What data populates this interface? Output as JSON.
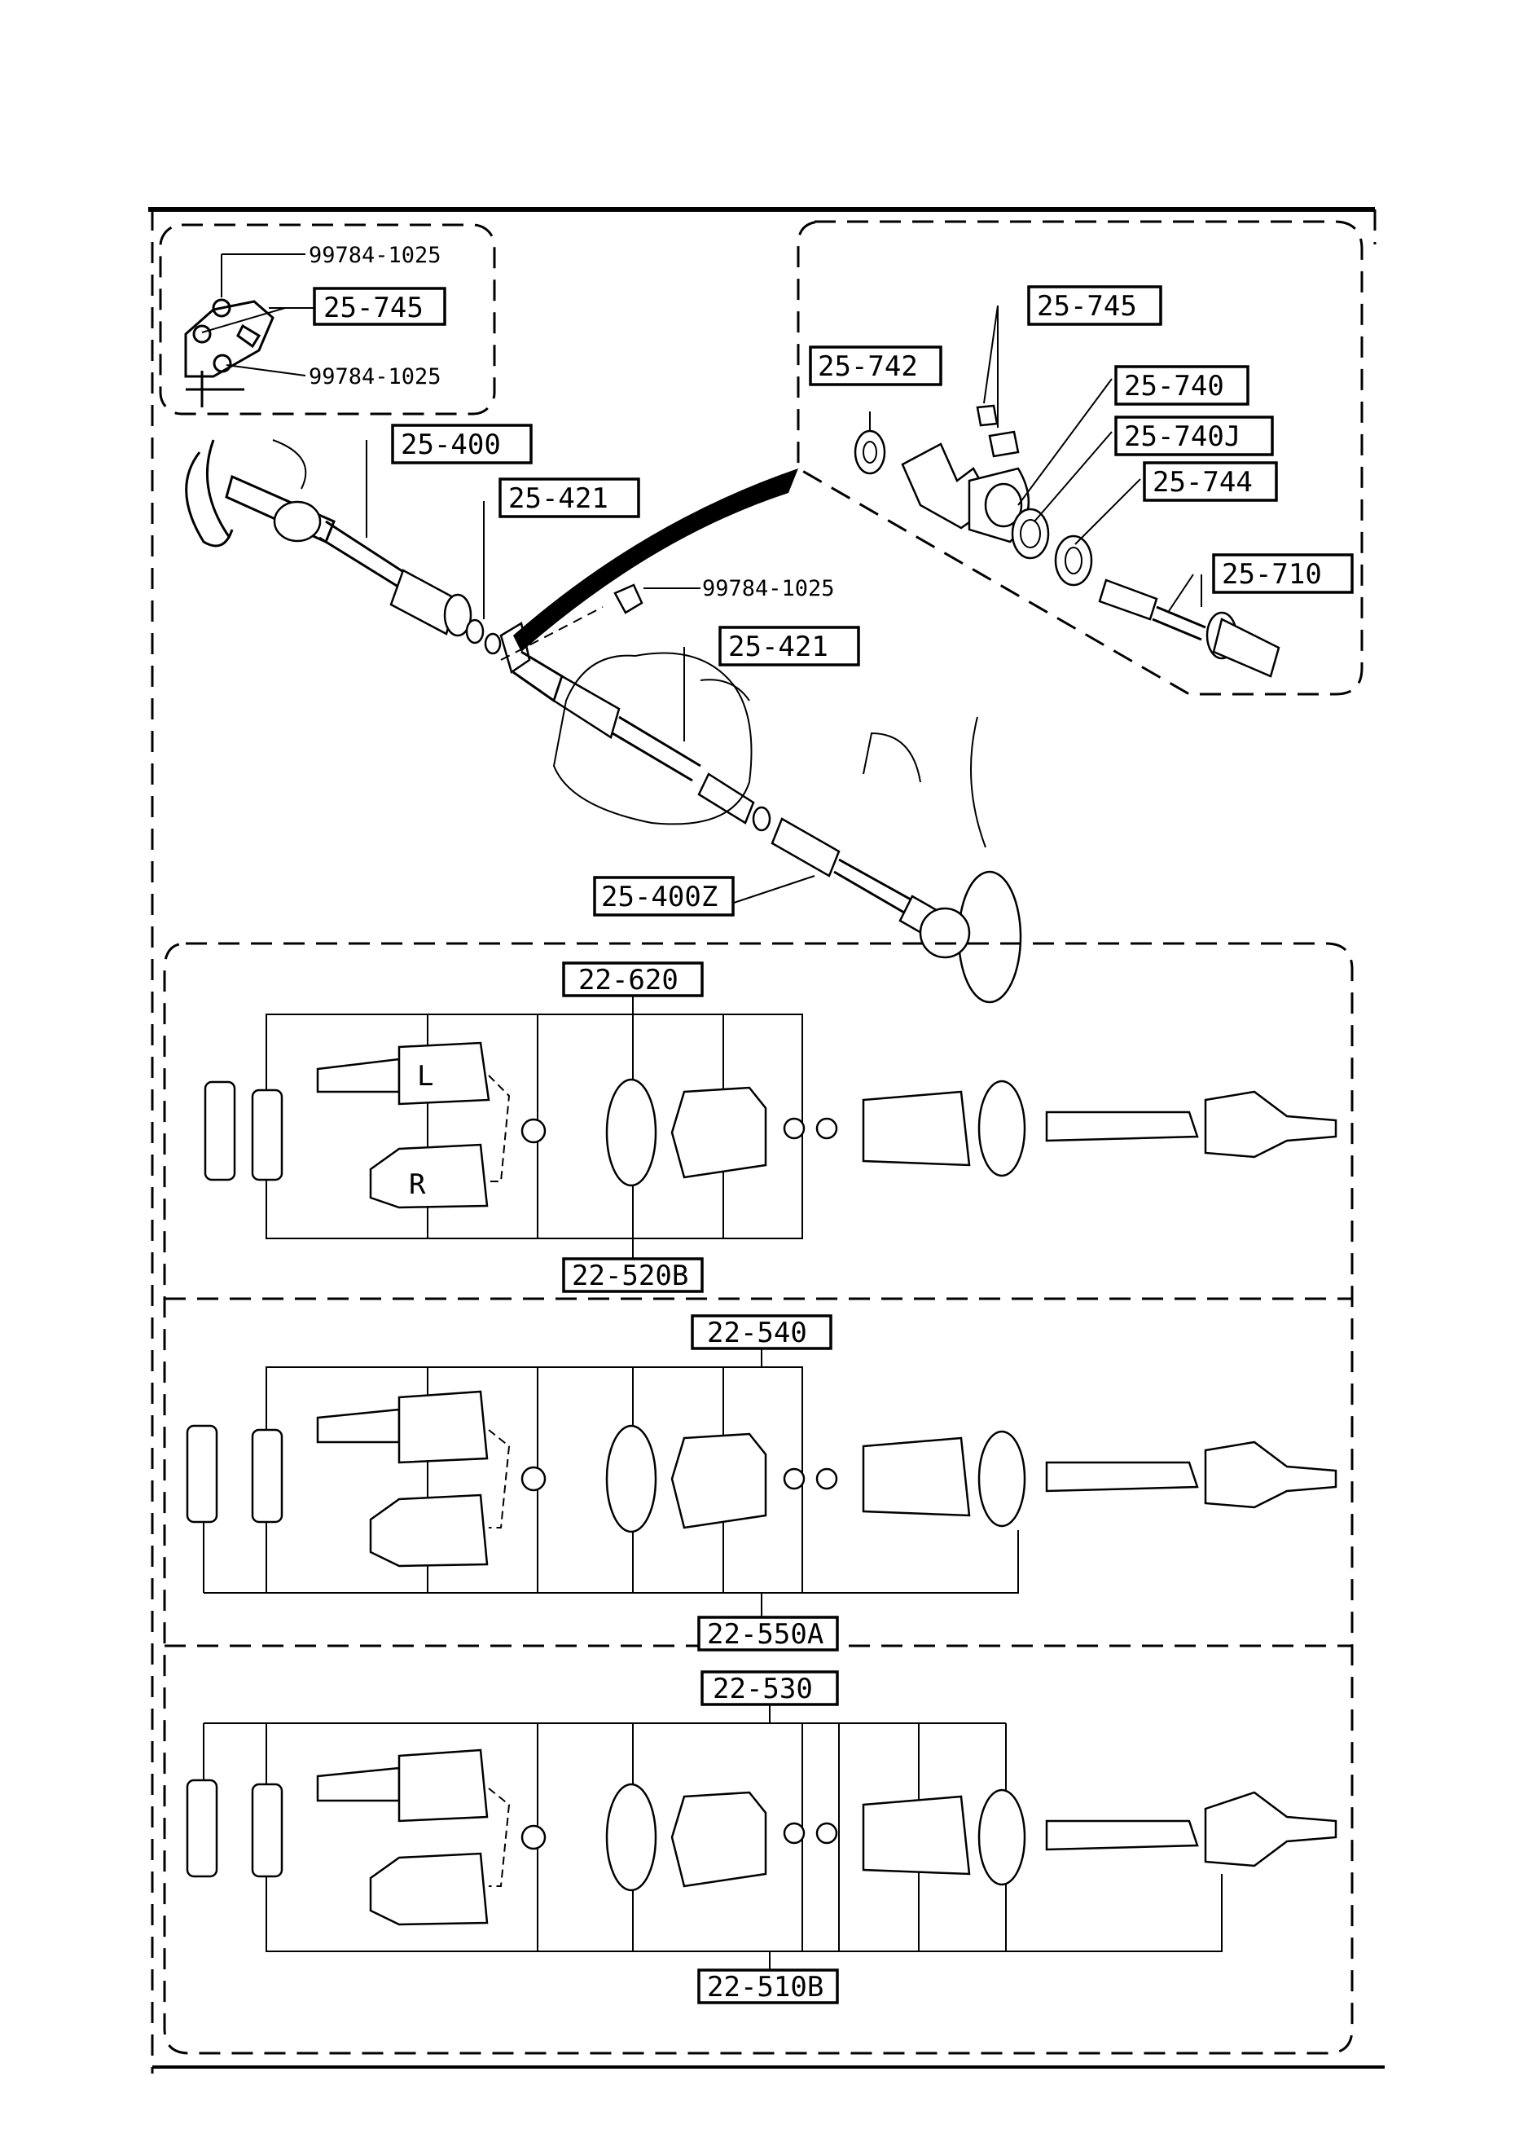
{
  "top_callouts": {
    "inset_left_bolt_top": "99784-1025",
    "inset_left_bracket": "25-745",
    "inset_left_bolt_bottom": "99784-1025",
    "shaft_left": "25-400",
    "clip_upper": "25-421",
    "bolt_center": "99784-1025",
    "clip_lower": "25-421",
    "shaft_right": "25-400Z",
    "inset_bolt": "25-745",
    "inset_washer": "25-742",
    "inset_bearing_housing": "25-740",
    "inset_bearing": "25-740J",
    "inset_seal": "25-744",
    "inset_joint_shaft": "25-710"
  },
  "panels": [
    {
      "top_label": "22-620",
      "bottom_label": "22-520B",
      "joint_left_mark": "L",
      "joint_right_mark": "R"
    },
    {
      "top_label": "22-540",
      "bottom_label": "22-550A"
    },
    {
      "top_label": "22-530",
      "bottom_label": "22-510B"
    }
  ]
}
